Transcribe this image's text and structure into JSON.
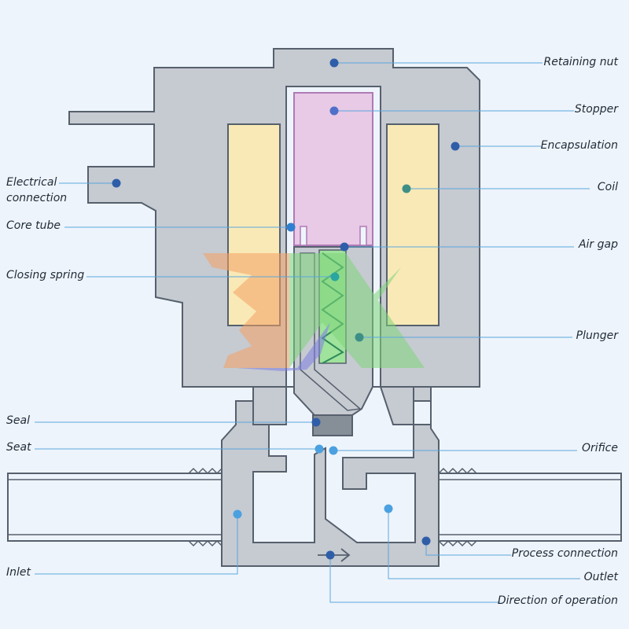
{
  "labels": {
    "retaining_nut": "Retaining nut",
    "stopper": "Stopper",
    "encapsulation": "Encapsulation",
    "electrical_connection_line1": "Electrical",
    "electrical_connection_line2": "connection",
    "coil": "Coil",
    "core_tube": "Core tube",
    "air_gap": "Air gap",
    "closing_spring": "Closing spring",
    "plunger": "Plunger",
    "seal": "Seal",
    "seat": "Seat",
    "orifice": "Orifice",
    "process_connection": "Process connection",
    "inlet": "Inlet",
    "outlet": "Outlet",
    "direction_of_operation": "Direction of operation"
  },
  "colors": {
    "background": "#eef4fb",
    "body_fill": "#c6cad1",
    "outline": "#56606d",
    "coil_fill": "#f9e9b6",
    "stopper_fill": "#e8c9e6",
    "stopper_outline": "#b07ab5",
    "spring_fill": "#9fe39c",
    "spring_stroke": "#2f8a5a",
    "leader_line": "#5aa7dd",
    "dot_dark": "#2f5ea8",
    "dot_light": "#4aa0e0",
    "dot_teal": "#3d8f86",
    "text": "#1f2a36"
  }
}
